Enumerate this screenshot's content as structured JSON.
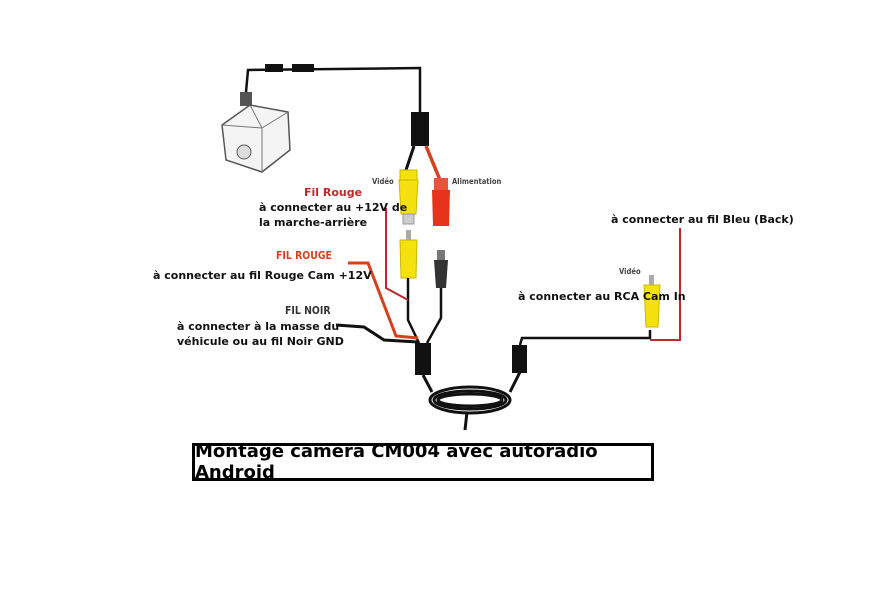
{
  "title": "Montage camera CM004 avec autoradio Android",
  "labels": {
    "video_top": "Vidéo",
    "alimentation": "Alimentation",
    "fil_rouge_1_title": "Fil Rouge",
    "fil_rouge_1_line1": "à connecter au +12V de",
    "fil_rouge_1_line2": "la marche-arrière",
    "fil_rouge_2_title": "FIL ROUGE",
    "fil_rouge_2_text": "à connecter au fil Rouge Cam +12V",
    "fil_noir_title": "FIL NOIR",
    "fil_noir_line1": "à connecter à la masse du",
    "fil_noir_line2": "véhicule ou au fil Noir GND",
    "bleu_text": "à connecter au fil Bleu (Back)",
    "video_right": "Vidéo",
    "rca_text": "à connecter au RCA Cam In"
  },
  "colors": {
    "red_wire": "#c0282a",
    "orange_red": "#d7401e",
    "yellow_plug": "#f5e10f",
    "black_wire": "#111111"
  }
}
